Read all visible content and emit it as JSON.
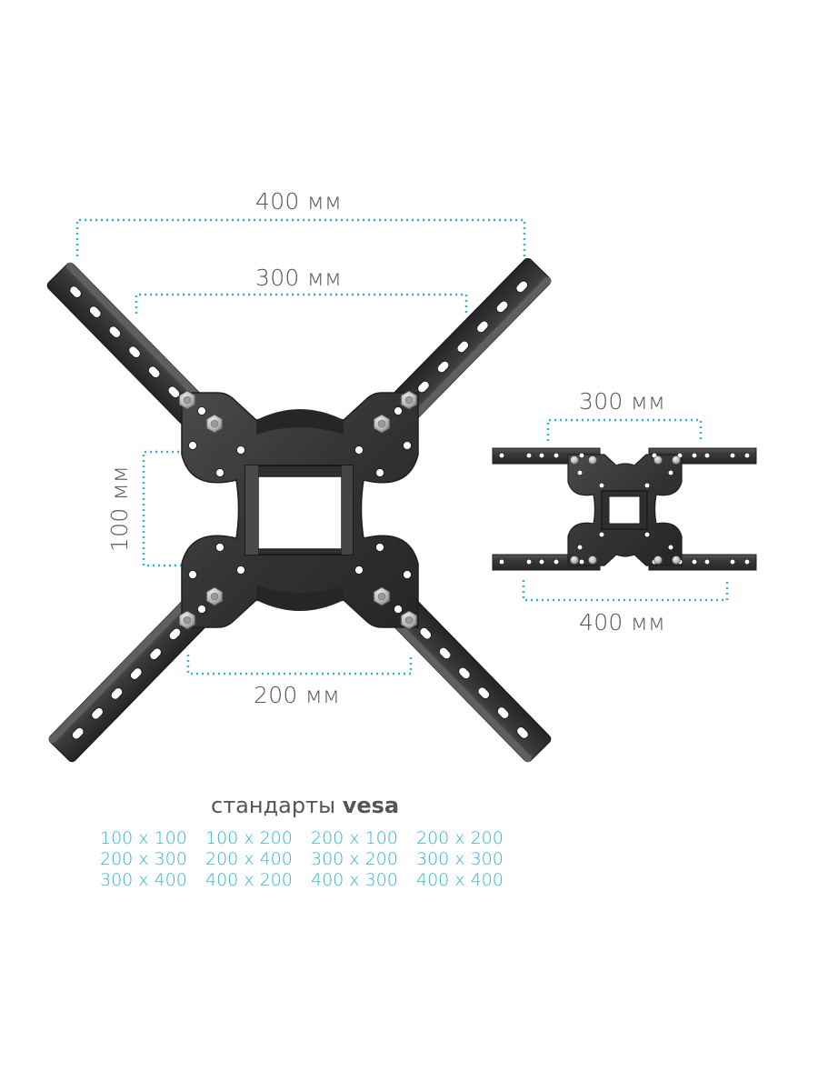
{
  "main_bracket": {
    "width_outer": "400 мм",
    "width_inner": "300 мм",
    "height_inner": "100 мм",
    "width_bottom": "200 мм"
  },
  "compact_bracket": {
    "width_top": "300 мм",
    "width_bottom": "400 мм"
  },
  "standards": {
    "heading_prefix": "стандарты",
    "heading_bold": "vesa",
    "items": [
      "100 x 100",
      "100 x 200",
      "200 x 100",
      "200 x 200",
      "200 x 300",
      "200 x 400",
      "300 x 200",
      "300 x 300",
      "300 x 400",
      "400 x 200",
      "400 x 300",
      "400 x 400"
    ]
  },
  "colors": {
    "dimension_line": "#33b5cf",
    "metal": "#3b3b3d",
    "metal_dark": "#2a2a2b",
    "metal_light": "#5a5a5c",
    "text": "#555555"
  }
}
